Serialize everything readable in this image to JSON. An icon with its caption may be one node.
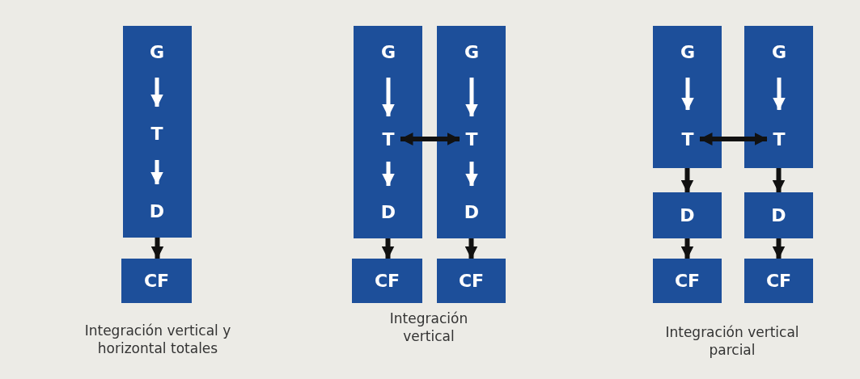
{
  "diagram": {
    "nodes": [
      {
        "text": [],
        "shape": "box"
      },
      {
        "text": [
          "G"
        ],
        "in": 0
      },
      {
        "text": [
          "T"
        ],
        "in": 0
      },
      {
        "text": [
          "D"
        ],
        "in": 0
      },
      {
        "text": [
          "CF"
        ]
      },
      {
        "text": [],
        "shape": "box"
      },
      {
        "text": [
          "G"
        ],
        "in": 5
      },
      {
        "text": [
          "T"
        ],
        "in": 5
      },
      {
        "text": [
          "D"
        ],
        "in": 5
      },
      {
        "text": [],
        "shape": "box"
      },
      {
        "text": [
          "G"
        ],
        "in": 9
      },
      {
        "text": [
          "T"
        ],
        "in": 9
      },
      {
        "text": [
          "D"
        ],
        "in": 9
      },
      {
        "text": [
          "CF"
        ]
      },
      {
        "text": [
          "CF"
        ]
      },
      {
        "text": [],
        "shape": "box"
      },
      {
        "text": [
          "G"
        ],
        "in": 15
      },
      {
        "text": [
          "T"
        ],
        "in": 15
      },
      {
        "text": [],
        "shape": "box"
      },
      {
        "text": [
          "G"
        ],
        "in": 18
      },
      {
        "text": [
          "T"
        ],
        "in": 18
      },
      {
        "text": [
          "D"
        ]
      },
      {
        "text": [
          "D"
        ]
      },
      {
        "text": [
          "CF"
        ]
      },
      {
        "text": [
          "CF"
        ]
      }
    ],
    "edges": [
      {
        "from": 1,
        "to": 2,
        "arrow": "to",
        "color": "#ffffff"
      },
      {
        "from": 2,
        "to": 3,
        "arrow": "to",
        "color": "#ffffff"
      },
      {
        "from": 0,
        "to": 4,
        "arrow": "to"
      },
      {
        "from": 6,
        "to": 7,
        "arrow": "to",
        "color": "#ffffff"
      },
      {
        "from": 7,
        "to": 8,
        "arrow": "to",
        "color": "#ffffff"
      },
      {
        "from": 10,
        "to": 11,
        "arrow": "to",
        "color": "#ffffff"
      },
      {
        "from": 11,
        "to": 12,
        "arrow": "to",
        "color": "#ffffff"
      },
      {
        "from": 7,
        "to": 11,
        "arrow": "both"
      },
      {
        "from": 5,
        "to": 13,
        "arrow": "to"
      },
      {
        "from": 9,
        "to": 14,
        "arrow": "to"
      },
      {
        "from": 16,
        "to": 17,
        "arrow": "to",
        "color": "#ffffff"
      },
      {
        "from": 19,
        "to": 20,
        "arrow": "to",
        "color": "#ffffff"
      },
      {
        "from": 17,
        "to": 20,
        "arrow": "both"
      },
      {
        "from": 15,
        "to": 21,
        "arrow": "to"
      },
      {
        "from": 18,
        "to": 22,
        "arrow": "to"
      },
      {
        "from": 21,
        "to": 23,
        "arrow": "to"
      },
      {
        "from": 22,
        "to": 24,
        "arrow": "to"
      }
    ],
    "labels": [
      "Integración vertical y horizontal totales",
      "Integración vertical",
      "Integración vertical parcial"
    ]
  }
}
